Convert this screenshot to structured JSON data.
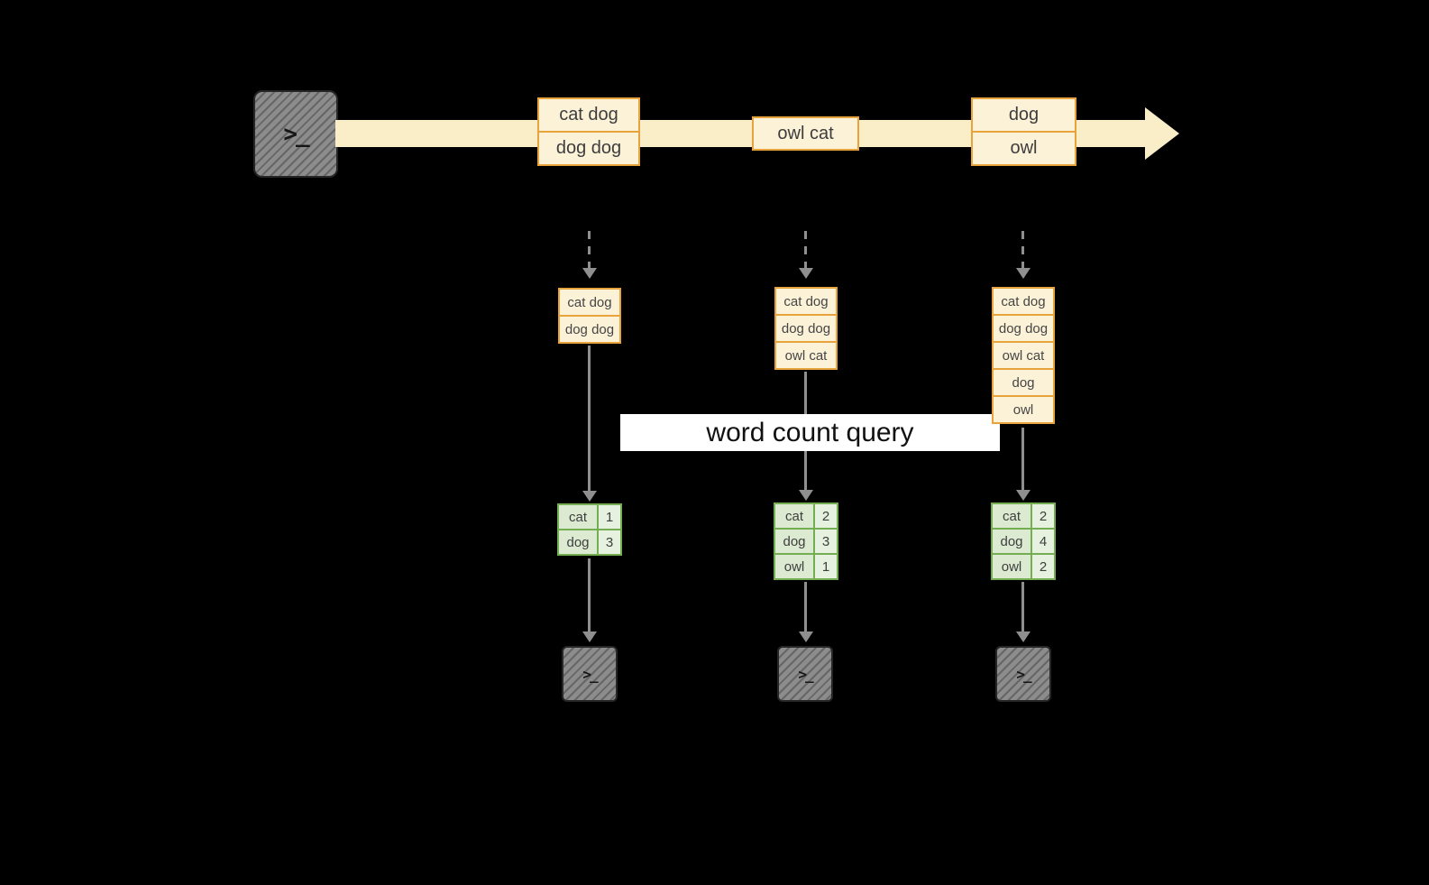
{
  "banner": {
    "label": "word count query"
  },
  "icons": {
    "terminal_prompt": ">_"
  },
  "stream": {
    "groups": [
      {
        "items": [
          "cat dog",
          "dog dog"
        ]
      },
      {
        "items": [
          "owl cat"
        ]
      },
      {
        "items": [
          "dog",
          "owl"
        ]
      }
    ]
  },
  "snapshots": [
    {
      "records": [
        "cat dog",
        "dog dog"
      ],
      "counts": [
        {
          "word": "cat",
          "count": 1
        },
        {
          "word": "dog",
          "count": 3
        }
      ]
    },
    {
      "records": [
        "cat dog",
        "dog dog",
        "owl cat"
      ],
      "counts": [
        {
          "word": "cat",
          "count": 2
        },
        {
          "word": "dog",
          "count": 3
        },
        {
          "word": "owl",
          "count": 1
        }
      ]
    },
    {
      "records": [
        "cat dog",
        "dog dog",
        "owl cat",
        "dog",
        "owl"
      ],
      "counts": [
        {
          "word": "cat",
          "count": 2
        },
        {
          "word": "dog",
          "count": 4
        },
        {
          "word": "owl",
          "count": 2
        }
      ]
    }
  ],
  "colors": {
    "background": "#000000",
    "stream-band": "#faeec9",
    "box-border": "#e8a33d",
    "box-fill": "#fcf2d8",
    "table-border": "#74ad52",
    "table-fill": "#dcead2",
    "table-fill-alt": "#e7f1df",
    "arrow-gray": "#8f8f8f",
    "terminal-fill": "#8c8c8c",
    "banner-bg": "#ffffff",
    "banner-text": "#111111"
  }
}
